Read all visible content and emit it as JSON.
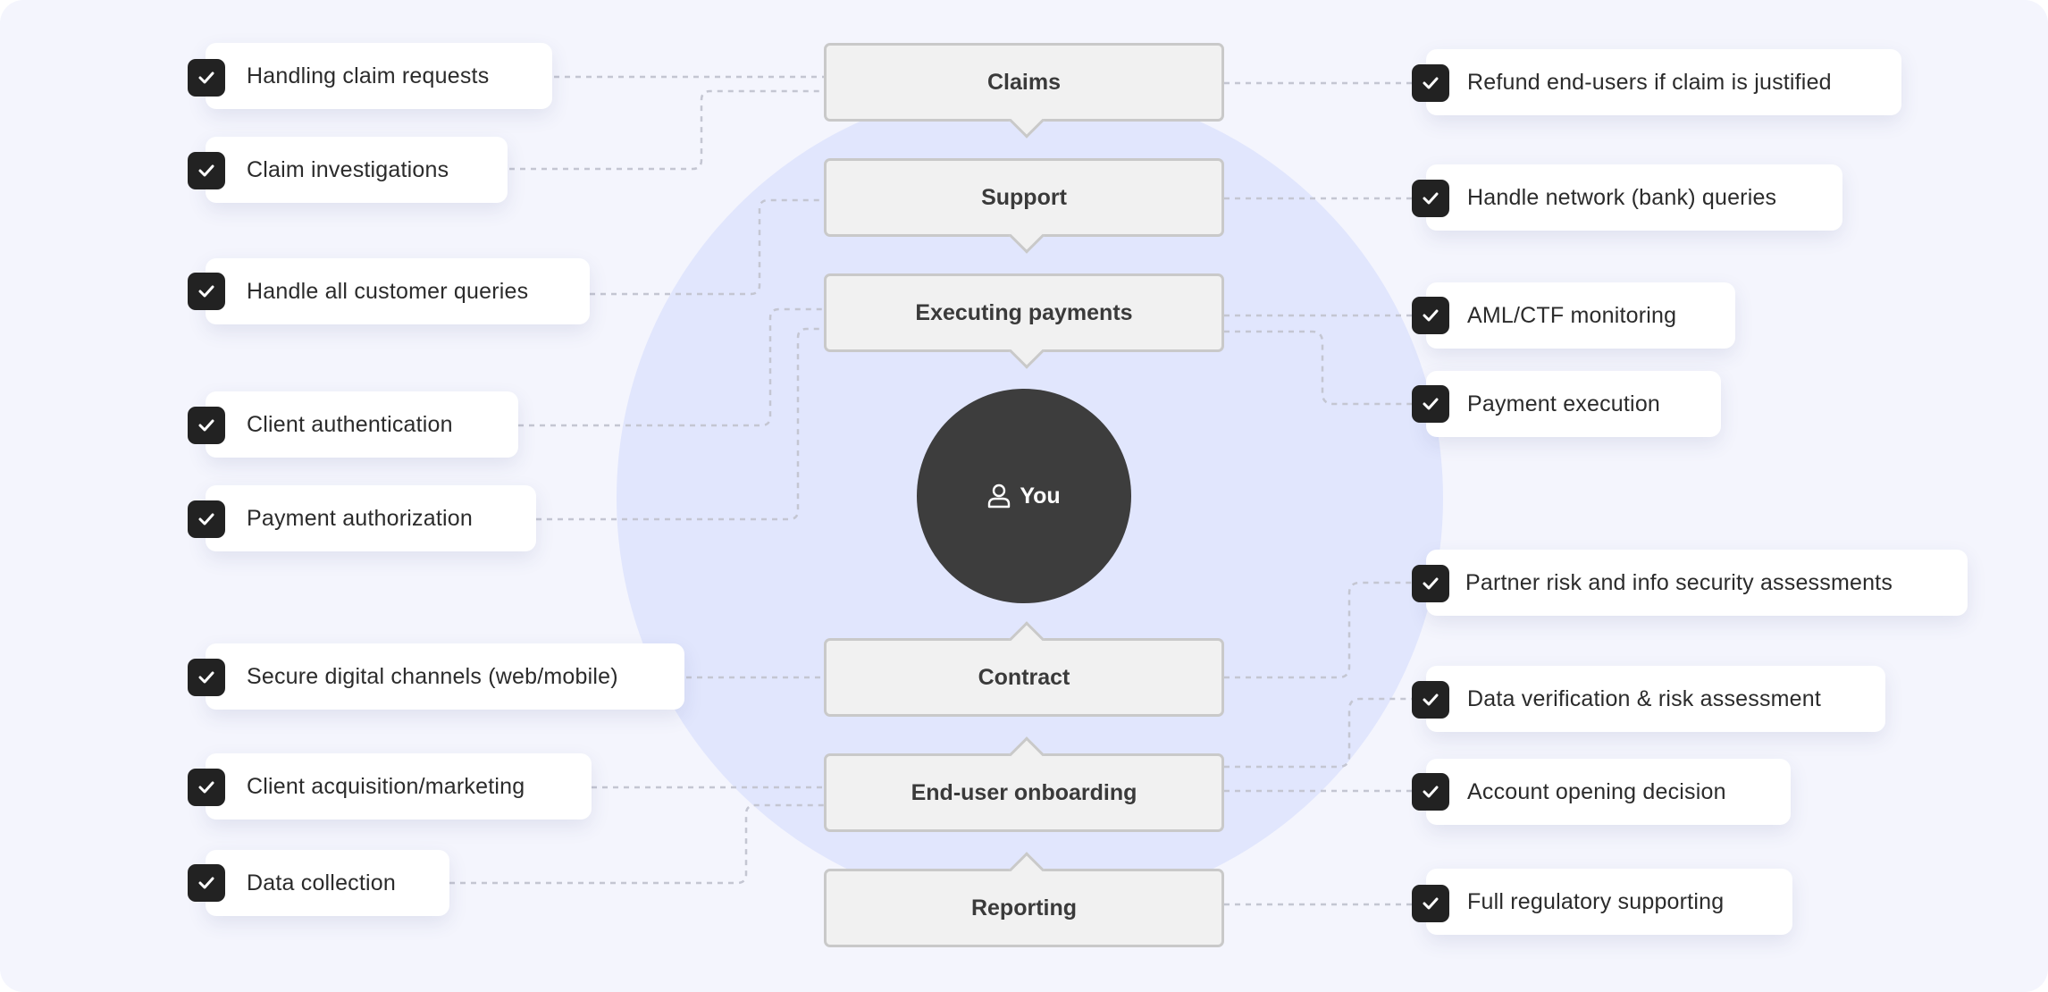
{
  "center": {
    "label": "You",
    "icon": "user-icon"
  },
  "stages": [
    {
      "id": "claims",
      "label": "Claims"
    },
    {
      "id": "support",
      "label": "Support"
    },
    {
      "id": "executing-payments",
      "label": "Executing payments"
    },
    {
      "id": "contract",
      "label": "Contract"
    },
    {
      "id": "end-user-onboarding",
      "label": "End-user onboarding"
    },
    {
      "id": "reporting",
      "label": "Reporting"
    }
  ],
  "left_tasks": [
    {
      "label": "Handling claim requests",
      "stage": "claims"
    },
    {
      "label": "Claim investigations",
      "stage": "claims"
    },
    {
      "label": "Handle all customer queries",
      "stage": "support"
    },
    {
      "label": "Client authentication",
      "stage": "executing-payments"
    },
    {
      "label": "Payment authorization",
      "stage": "executing-payments"
    },
    {
      "label": "Secure digital channels (web/mobile)",
      "stage": "contract"
    },
    {
      "label": "Client acquisition/marketing",
      "stage": "end-user-onboarding"
    },
    {
      "label": "Data collection",
      "stage": "end-user-onboarding"
    }
  ],
  "right_tasks": [
    {
      "label": "Refund end-users if claim is justified",
      "stage": "claims"
    },
    {
      "label": "Handle network (bank) queries",
      "stage": "support"
    },
    {
      "label": "AML/CTF monitoring",
      "stage": "executing-payments"
    },
    {
      "label": "Payment execution",
      "stage": "executing-payments"
    },
    {
      "label": "Partner risk and info security assessments",
      "stage": "contract"
    },
    {
      "label": "Data verification & risk assessment",
      "stage": "end-user-onboarding"
    },
    {
      "label": "Account opening decision",
      "stage": "end-user-onboarding"
    },
    {
      "label": "Full regulatory supporting",
      "stage": "reporting"
    }
  ],
  "colors": {
    "background": "#f4f5fd",
    "circle": "#e1e6fd",
    "center": "#3d3d3d",
    "stage_fill": "#f1f1f1",
    "stage_border": "#c9c9c9",
    "checkbox": "#222222",
    "connector": "#c4c6d2"
  },
  "icons": {
    "task": "checkmark-icon",
    "center": "user-icon"
  }
}
